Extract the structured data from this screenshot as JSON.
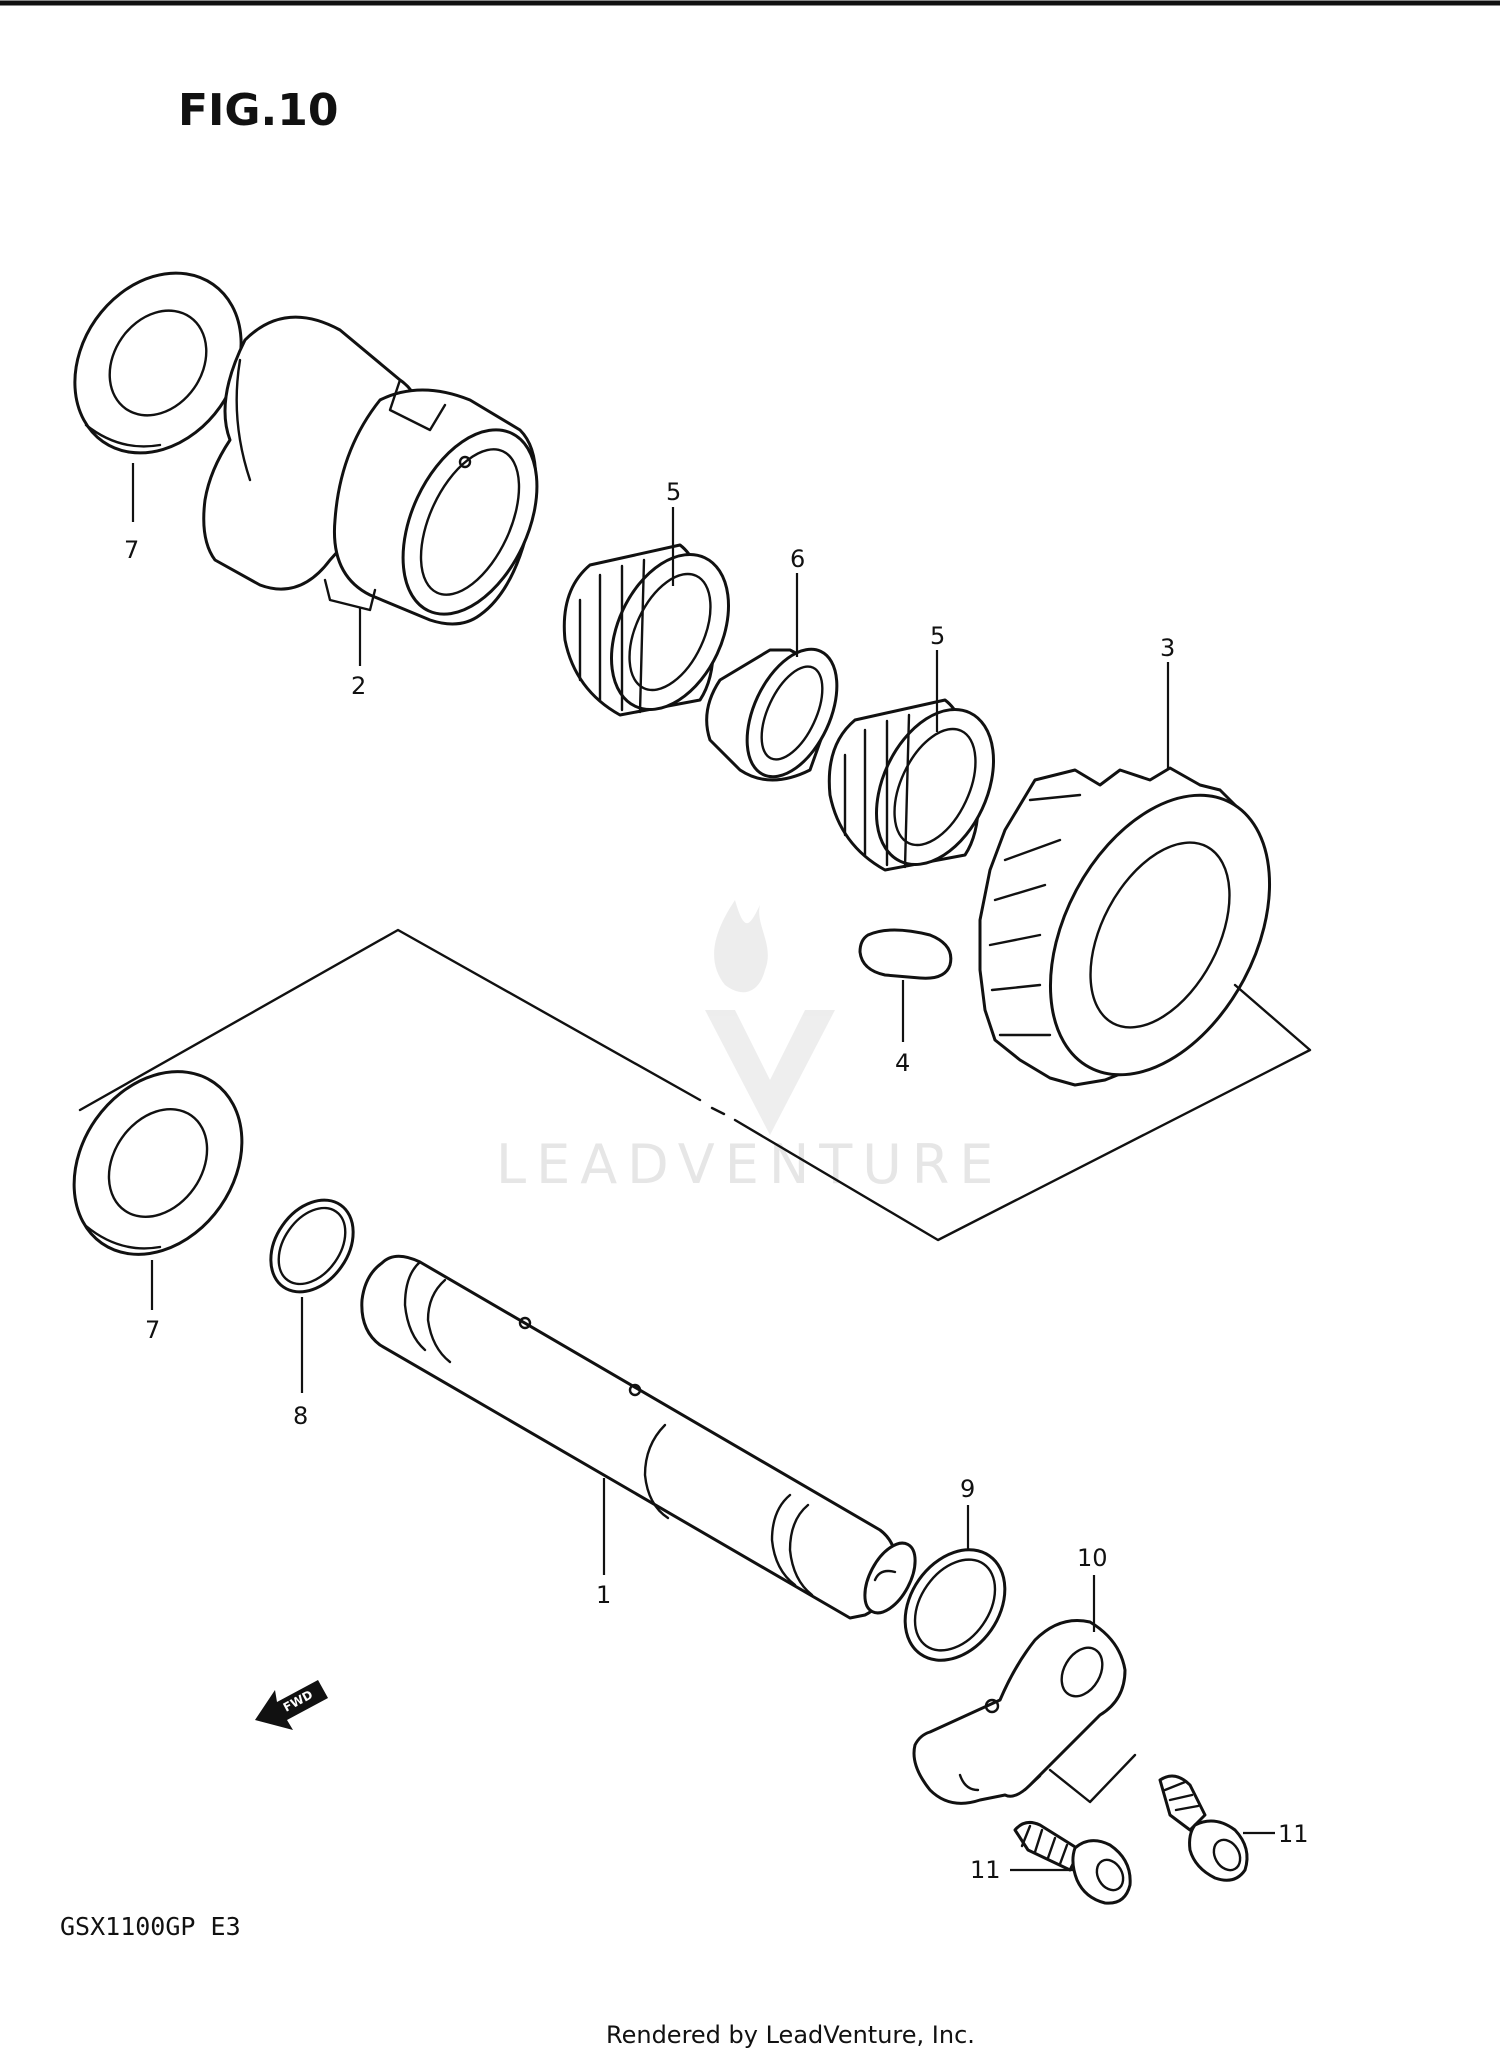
{
  "figure": {
    "title": "FIG.10",
    "model_code": "GSX1100GP  E3",
    "credit": "Rendered by LeadVenture, Inc.",
    "watermark": "LEADVENTURE",
    "fwd_label": "FWD"
  },
  "callouts": [
    {
      "id": "callout-7-top",
      "text": "7"
    },
    {
      "id": "callout-2",
      "text": "2"
    },
    {
      "id": "callout-5-left",
      "text": "5"
    },
    {
      "id": "callout-6",
      "text": "6"
    },
    {
      "id": "callout-5-right",
      "text": "5"
    },
    {
      "id": "callout-3",
      "text": "3"
    },
    {
      "id": "callout-4",
      "text": "4"
    },
    {
      "id": "callout-7-bottom",
      "text": "7"
    },
    {
      "id": "callout-8",
      "text": "8"
    },
    {
      "id": "callout-1",
      "text": "1"
    },
    {
      "id": "callout-9",
      "text": "9"
    },
    {
      "id": "callout-10",
      "text": "10"
    },
    {
      "id": "callout-11-right",
      "text": "11"
    },
    {
      "id": "callout-11-left",
      "text": "11"
    }
  ],
  "colors": {
    "line": "#111111",
    "background": "#ffffff",
    "watermark": "#e6e6e6"
  }
}
